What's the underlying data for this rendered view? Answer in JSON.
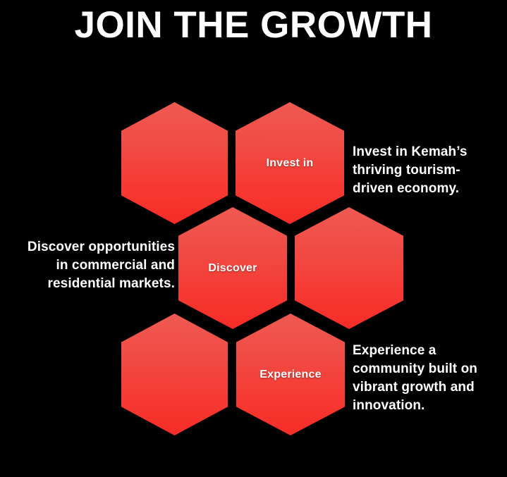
{
  "slide": {
    "background_color": "#000000",
    "title": "JOIN THE GROWTH",
    "title_color": "#ffffff"
  },
  "hex_colors": {
    "gradient_top": "#EF5A52",
    "gradient_bottom": "#F62C27",
    "label_color": "#ffffff"
  },
  "hexagons": [
    {
      "id": "r1c1",
      "label": ""
    },
    {
      "id": "r1c2",
      "label": "Invest in"
    },
    {
      "id": "r2c1",
      "label": "Discover"
    },
    {
      "id": "r2c2",
      "label": ""
    },
    {
      "id": "r3c1",
      "label": ""
    },
    {
      "id": "r3c2",
      "label": "Experience"
    }
  ],
  "captions": [
    {
      "id": "invest",
      "align": "left",
      "text": "Invest in Kemah’s thriving tourism-driven economy."
    },
    {
      "id": "discover",
      "align": "right",
      "text": "Discover opportunities in commercial and residential markets."
    },
    {
      "id": "experience",
      "align": "left",
      "text": "Experience a community built on vibrant growth and innovation."
    }
  ]
}
